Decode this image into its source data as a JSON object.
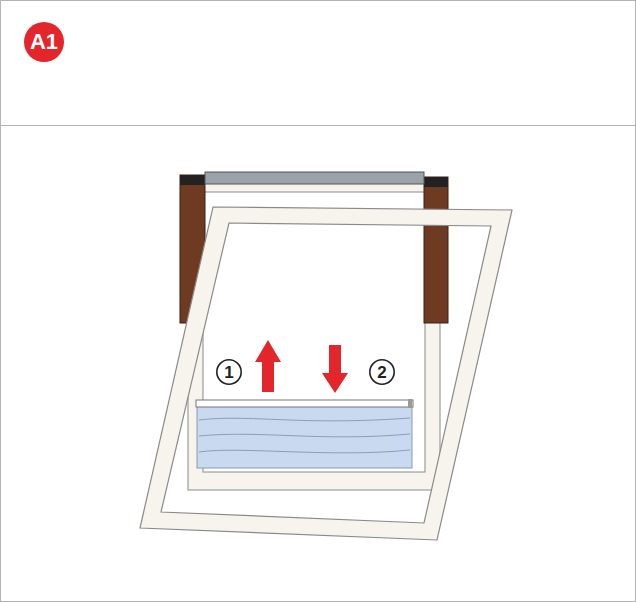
{
  "diagram": {
    "nodes": [
      {
        "text": [
          "A1"
        ]
      },
      {
        "text": [
          "1"
        ]
      },
      {
        "text": [
          "2"
        ]
      }
    ]
  }
}
